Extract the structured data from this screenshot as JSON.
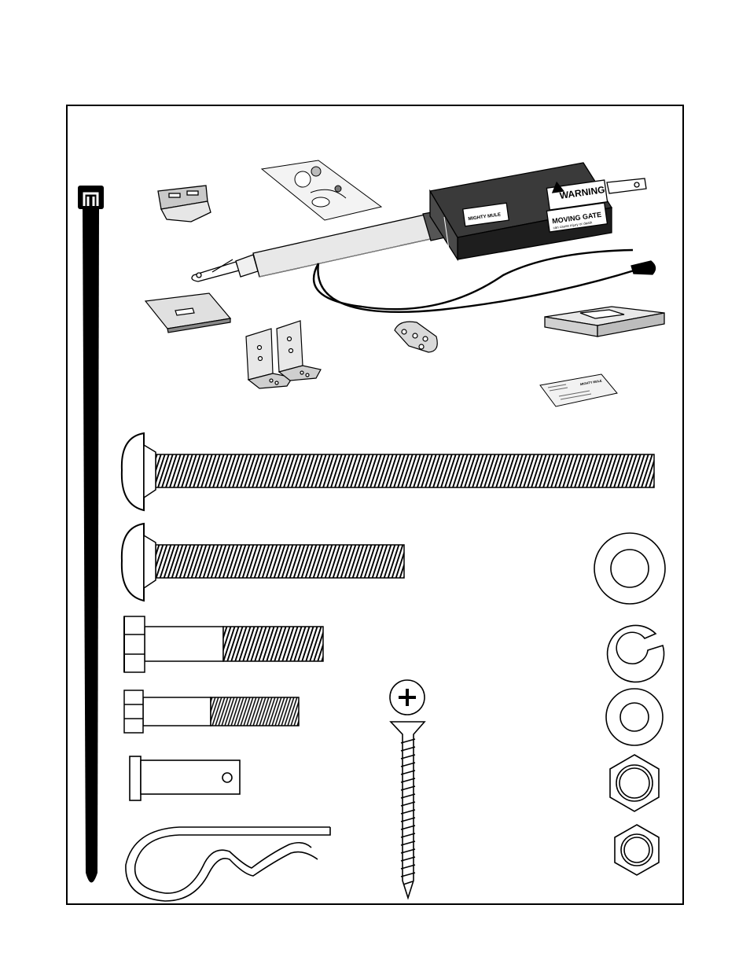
{
  "actuator": {
    "warning_label": "WARNING",
    "moving_gate_label": "MOVING GATE",
    "moving_gate_subtext": "can cause injury or death",
    "brand_label": "MIGHTY MULE"
  },
  "card": {
    "brand_label": "MIGHTY MULE"
  },
  "colors": {
    "line": "#000000",
    "actuator_body": "#2a2a2a",
    "actuator_tube": "#e6e6e6",
    "bracket_fill": "#d9d9d9",
    "background": "#ffffff"
  },
  "icons": [
    "cable-tie-icon",
    "carriage-bolt-icon",
    "hex-bolt-icon",
    "clevis-pin-icon",
    "hitch-pin-clip-icon",
    "wood-screw-icon",
    "flat-washer-icon",
    "lock-washer-icon",
    "hex-nut-icon"
  ]
}
